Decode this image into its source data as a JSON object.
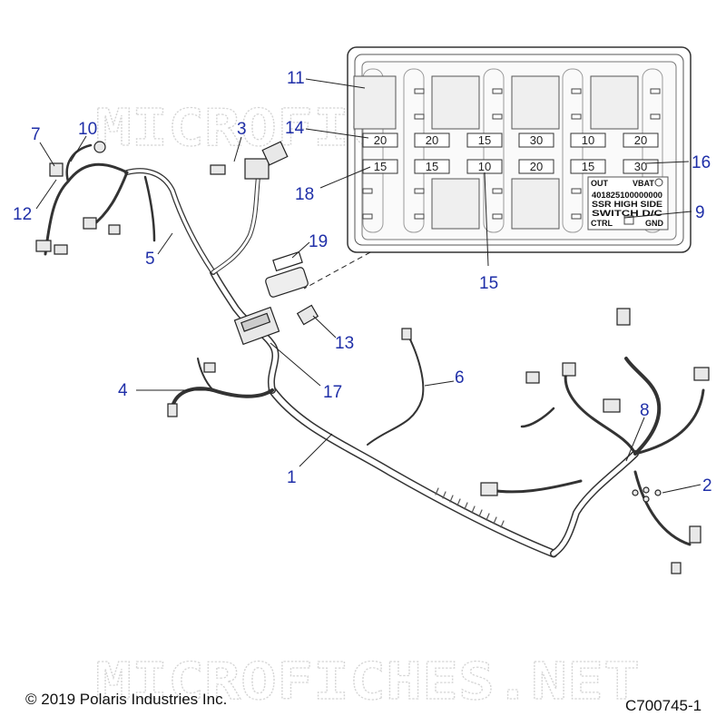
{
  "copyright": "© 2019 Polaris Industries Inc.",
  "figure_code": "C700745-1",
  "watermark": "MICROFICHES.NET",
  "callouts": {
    "c1": "1",
    "c2": "2",
    "c3": "3",
    "c4": "4",
    "c5": "5",
    "c6": "6",
    "c7": "7",
    "c8": "8",
    "c9": "9",
    "c10": "10",
    "c11": "11",
    "c12": "12",
    "c13": "13",
    "c14": "14",
    "c15": "15",
    "c16": "16",
    "c17": "17",
    "c18": "18",
    "c19": "19"
  },
  "fuses": {
    "r1": [
      "20",
      "20",
      "15",
      "30",
      "10",
      "20"
    ],
    "r2": [
      "15",
      "15",
      "10",
      "20",
      "15",
      "30"
    ]
  },
  "relay_label": {
    "out": "OUT",
    "vbat": "VBAT",
    "part_no": "401825100000000",
    "line1": "SSR  HIGH  SIDE",
    "line2": "SWITCH     D/C",
    "ctrl": "CTRL",
    "gnd": "GND"
  }
}
